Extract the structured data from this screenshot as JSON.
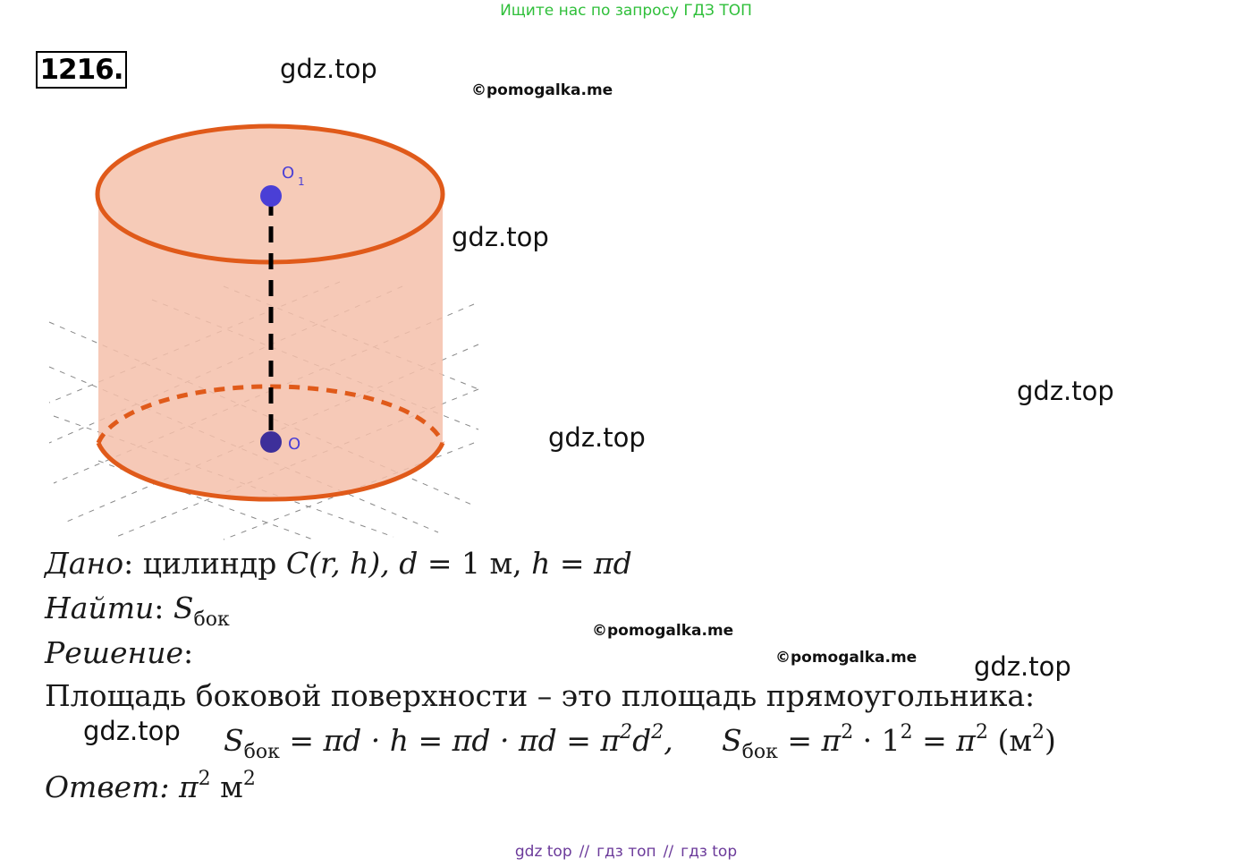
{
  "banner": "Ищите нас по запросу ГДЗ ТОП",
  "task_number": "1216.",
  "watermarks": {
    "gdz_1": "gdz.top",
    "gdz_2": "gdz.top",
    "gdz_3": "gdz.top",
    "gdz_4": "gdz.top",
    "gdz_5": "gdz.top",
    "gdz_6": "gdz.top",
    "copy_1": "©pomogalka.me",
    "copy_2": "©pomogalka.me",
    "copy_3": "©pomogalka.me"
  },
  "figure": {
    "top_center_label": "O",
    "top_center_sub": "1",
    "bottom_center_label": "O",
    "colors": {
      "fill": "#f4c0aa",
      "edge": "#e05a1a",
      "point": "#4a3fd6",
      "axis": "#000000"
    }
  },
  "given": {
    "label": "Дано",
    "text_a": ": цилиндр ",
    "cyl": "C",
    "args": "(r, h), ",
    "d": "d",
    "eq": "  =  1 м, ",
    "h": "h",
    "eq2": " = πd"
  },
  "find": {
    "label": "Найти",
    "colon": ": ",
    "S": "S",
    "sub": "бок"
  },
  "solution": {
    "label": "Решение",
    "colon": ":"
  },
  "explanation": "Площадь боковой поверхности – это площадь прямоугольника:",
  "formula1": {
    "S": "S",
    "sub": "бок",
    "body": " = πd · h = πd · πd = π",
    "p1": "2",
    "d": "d",
    "p2": "2",
    "tail": ","
  },
  "formula2": {
    "S": "S",
    "sub": "бок",
    "body": " = π",
    "p1": "2",
    "mid": " · 1",
    "p2": "2",
    "eq": " = π",
    "p3": "2",
    "unit": " (м",
    "p4": "2",
    "close": ")"
  },
  "answer": {
    "label": "Ответ",
    "colon": ": π",
    "p1": "2",
    "unit": " м",
    "p2": "2"
  },
  "footer": {
    "a": "gdz top",
    "sep1": "//",
    "b": "гдз топ",
    "sep2": "//",
    "c": "гдз top"
  }
}
